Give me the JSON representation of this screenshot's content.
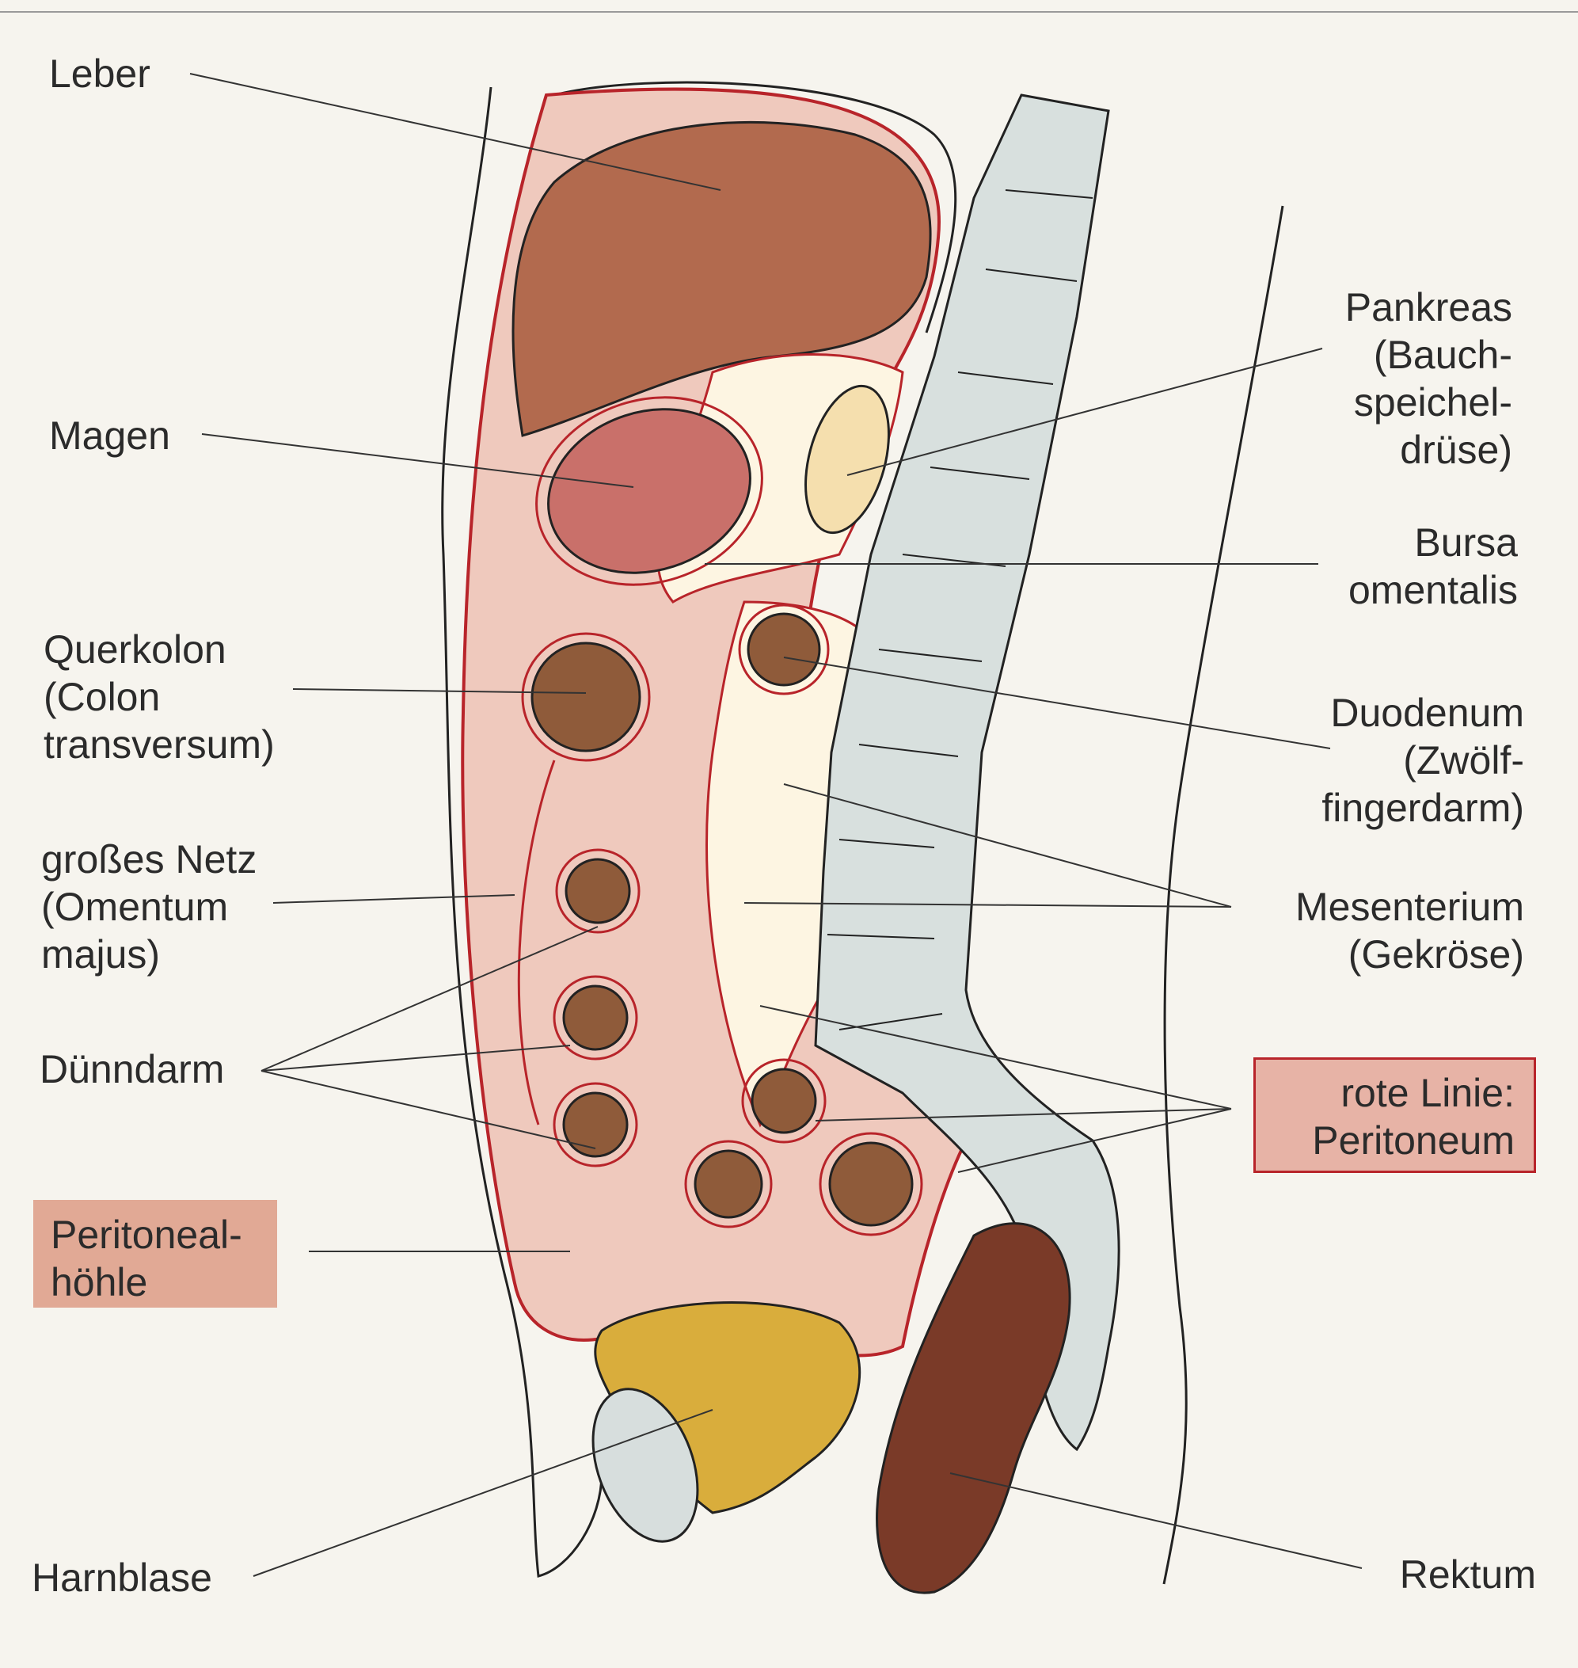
{
  "labels": {
    "leber": "Leber",
    "magen": "Magen",
    "querkolon": [
      "Querkolon",
      "(Colon",
      "transversum)"
    ],
    "grosses_netz": [
      "großes Netz",
      "(Omentum",
      "majus)"
    ],
    "duenndarm": "Dünndarm",
    "peritonealhoehle": [
      "Peritoneal-",
      "höhle"
    ],
    "harnblase": "Harnblase",
    "pankreas": [
      "Pankreas",
      "(Bauch-",
      "speichel-",
      "drüse)"
    ],
    "bursa": [
      "Bursa",
      "omentalis"
    ],
    "duodenum": [
      "Duodenum",
      "(Zwölf-",
      "fingerdarm)"
    ],
    "mesenterium": [
      "Mesenterium",
      "(Gekröse)"
    ],
    "rote_linie": [
      "rote Linie:",
      "Peritoneum"
    ],
    "rektum": "Rektum"
  },
  "colors": {
    "peritoneum_line": "#b8242a",
    "cavity_fill": "#efc9bd",
    "liver": "#b26a4e",
    "stomach": "#c9706a",
    "pancreas": "#f5dfae",
    "bowel": "#8f5b3a",
    "bowel_ring": "#d9b49a",
    "spine": "#d8e0de",
    "bladder": "#d9ad3c",
    "rectum": "#7a3a28",
    "bone": "#d7dedd",
    "box_peritonealhoehle": "#e1a995",
    "box_rote_linie": "#e7b3a6"
  }
}
